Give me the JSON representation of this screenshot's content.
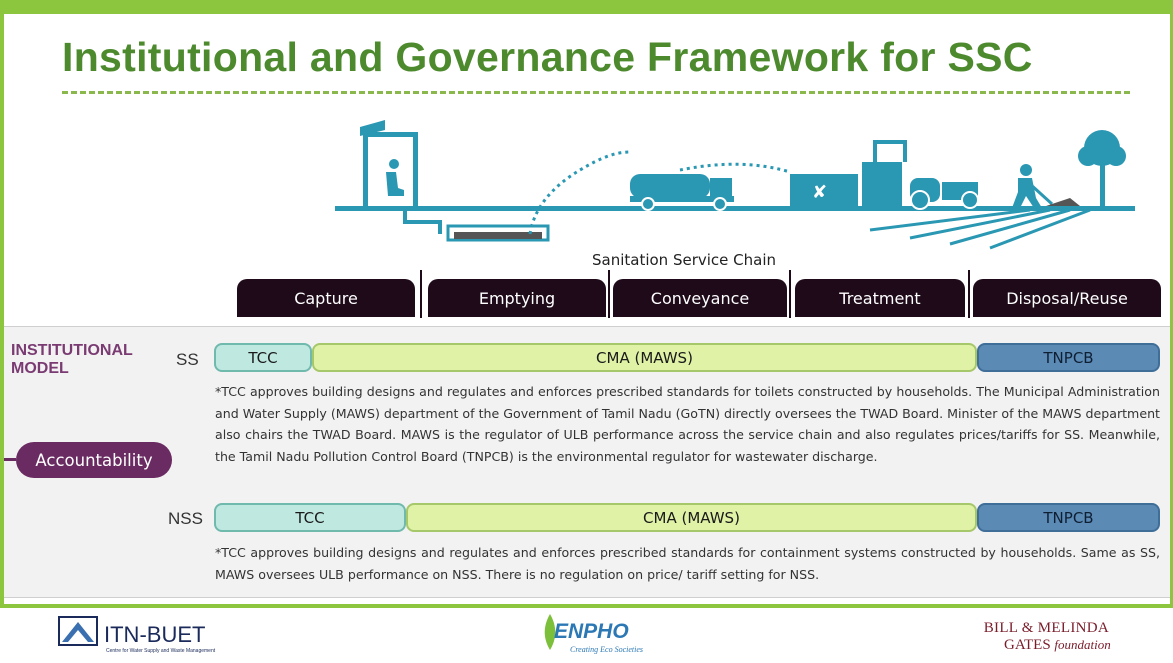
{
  "slide": {
    "title": "Institutional and Governance Framework for SSC",
    "chain_title": "Sanitation Service Chain",
    "stages": [
      "Capture",
      "Emptying",
      "Conveyance",
      "Treatment",
      "Disposal/Reuse"
    ],
    "institutional_model": "INSTITUTIONAL MODEL",
    "accountability": "Accountability",
    "ss": {
      "label": "SS",
      "bars": [
        "TCC",
        "CMA (MAWS)",
        "TNPCB"
      ],
      "note": "*TCC approves building designs and regulates and enforces prescribed standards for toilets constructed by households. The Municipal Administration and Water Supply (MAWS) department of the Government of Tamil Nadu (GoTN) directly oversees the TWAD Board. Minister of the MAWS department also chairs the TWAD Board. MAWS is the regulator of ULB performance across the service chain and also regulates prices/tariffs for SS. Meanwhile, the Tamil Nadu Pollution Control Board (TNPCB) is the environmental regulator for wastewater discharge."
    },
    "nss": {
      "label": "NSS",
      "bars": [
        "TCC",
        "CMA (MAWS)",
        "TNPCB"
      ],
      "note": "*TCC approves building designs and regulates and enforces prescribed standards for containment systems constructed by households. Same as SS, MAWS oversees ULB performance on NSS. There is no regulation on price/ tariff setting for NSS."
    }
  },
  "footer": {
    "itn_name": "ITN-BUET",
    "itn_sub": "Centre for Water Supply and Waste Management",
    "enpho_name": "ENPHO",
    "enpho_tag": "Creating Eco Societies",
    "gates_line1": "BILL & MELINDA",
    "gates_line2": "GATES",
    "gates_line3": "foundation"
  },
  "colors": {
    "accent_green": "#8cc63f",
    "title_green": "#4d8a2e",
    "stage_dark": "#1f0a1a",
    "purple": "#6a2a62",
    "tcc": "#bfe8e0",
    "cma": "#dff2a6",
    "tnpcb": "#5b8ab5",
    "illustration": "#2a97b3"
  },
  "icons": [
    "toilet-icon",
    "pipe-icon",
    "vacuum-truck-icon",
    "treatment-plant-icon",
    "tractor-icon",
    "farmer-icon",
    "tree-icon"
  ]
}
